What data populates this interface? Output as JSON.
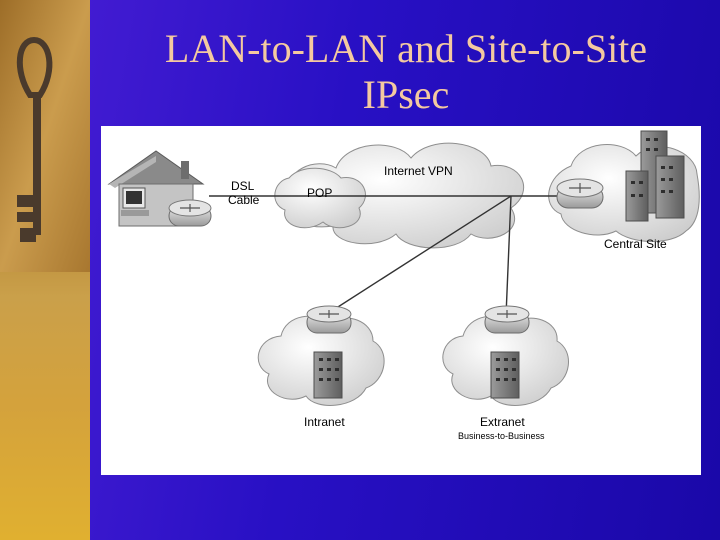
{
  "slide": {
    "title_line1": "LAN-to-LAN and Site-to-Site",
    "title_line2": "IPsec",
    "title_color": "#f4c9a0",
    "background_color": "#2a10c8"
  },
  "diagram": {
    "labels": {
      "internet_vpn": "Internet VPN",
      "pop": "POP",
      "dsl": "DSL",
      "cable": "Cable",
      "central_site": "Central Site",
      "intranet": "Intranet",
      "extranet": "Extranet",
      "extranet_sub": "Business-to-Business"
    },
    "nodes": [
      "home-office",
      "pop",
      "internet-vpn-cloud",
      "central-site",
      "intranet",
      "extranet"
    ]
  }
}
